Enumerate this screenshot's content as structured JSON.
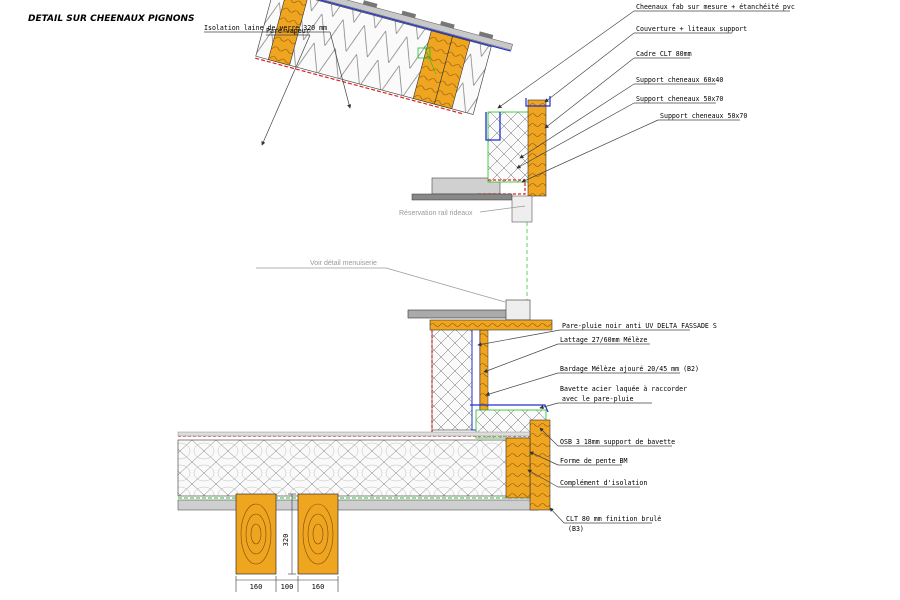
{
  "title": "DETAIL SUR CHEENAUX PIGNONS",
  "labels_left": {
    "pare_vapeur": "Pare-vapeur",
    "isolation": "Isolation laine de verre 320 mm",
    "reservation": "Réservation rail rideaux",
    "voir_detail": "Voir détail menuiserie"
  },
  "labels_right_top": [
    "Cheenaux fab sur mesure + étanchéité pvc",
    "Couverture + liteaux support",
    "Cadre CLT 80mm",
    "Support cheneaux 60x40",
    "Support cheneaux 50x70",
    "Support cheneaux 50x70"
  ],
  "labels_right_bottom": [
    "Pare-pluie noir anti UV DELTA FASSADE S",
    "Lattage 27/60mm Mélèze",
    "Bardage Mélèze ajouré 20/45 mm (B2)",
    "Bavette acier laquée à raccorder",
    "avec le pare-pluie",
    "OSB 3 18mm support de bavette",
    "Forme de pente BM",
    "Complément d'isolation",
    "CLT 80 mm finition brulé",
    "(B3)"
  ],
  "dimensions": {
    "height": "320",
    "widths": [
      "160",
      "100",
      "160"
    ]
  },
  "colors": {
    "timber": "#f0a520",
    "insulation": "#f4f4f4",
    "vapour": "#e02020",
    "membrane": "#2030d0",
    "support": "#20c020",
    "roof": "#a0a0a0"
  }
}
